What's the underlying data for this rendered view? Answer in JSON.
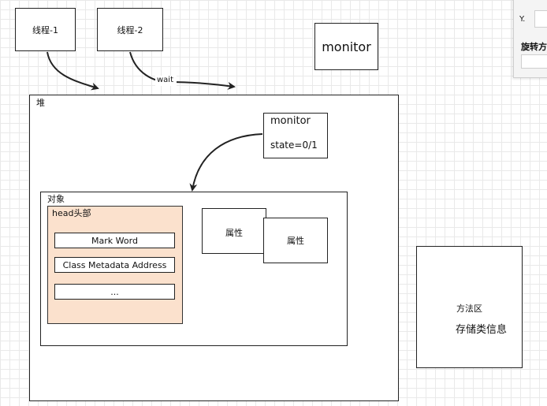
{
  "threads": {
    "t1": "线程-1",
    "t2": "线程-2"
  },
  "monitor_top": "monitor",
  "arrow_label": "wait",
  "heap": {
    "label": "堆",
    "monitor": {
      "title": "monitor",
      "state": "state=0/1"
    },
    "object": {
      "label": "对象",
      "head": {
        "label": "head头部",
        "rows": [
          "Mark Word",
          "Class Metadata Address",
          "..."
        ]
      },
      "attr1": "属性",
      "attr2": "属性"
    }
  },
  "method_area": {
    "title": "方法区",
    "desc": "存储类信息"
  },
  "panel": {
    "y_label": "Y.",
    "rotate_label": "旋转方"
  }
}
